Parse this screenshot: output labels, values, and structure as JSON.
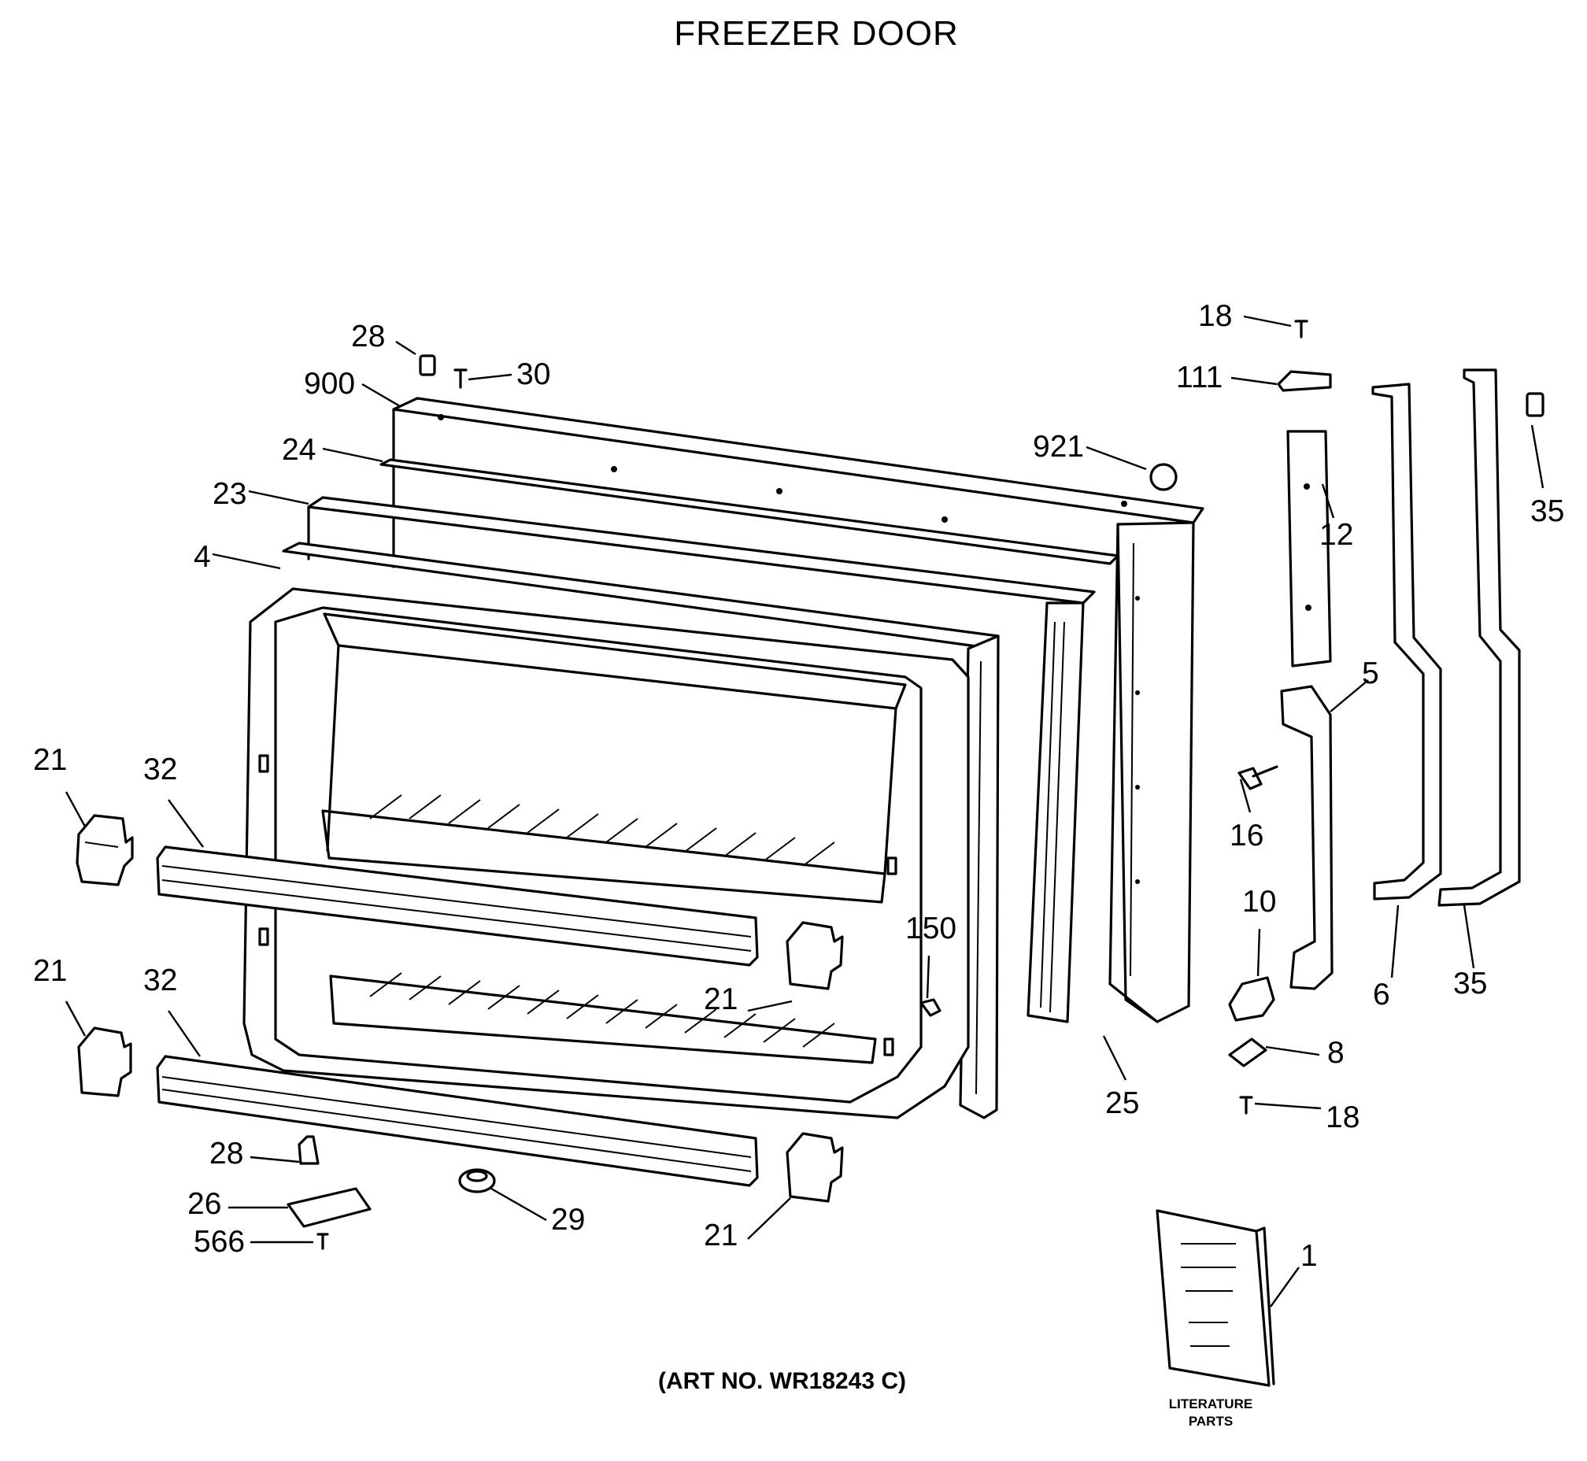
{
  "title": "FREEZER DOOR",
  "art_number": "(ART NO. WR18243 C)",
  "literature": {
    "line1": "LITERATURE",
    "line2": "PARTS"
  },
  "callouts": [
    {
      "id": "c28a",
      "label": "28"
    },
    {
      "id": "c30",
      "label": "30"
    },
    {
      "id": "c900",
      "label": "900"
    },
    {
      "id": "c24",
      "label": "24"
    },
    {
      "id": "c23",
      "label": "23"
    },
    {
      "id": "c4",
      "label": "4"
    },
    {
      "id": "c921",
      "label": "921"
    },
    {
      "id": "c18a",
      "label": "18"
    },
    {
      "id": "c111",
      "label": "111"
    },
    {
      "id": "c12",
      "label": "12"
    },
    {
      "id": "c35a",
      "label": "35"
    },
    {
      "id": "c5",
      "label": "5"
    },
    {
      "id": "c16",
      "label": "16"
    },
    {
      "id": "c21a",
      "label": "21"
    },
    {
      "id": "c32a",
      "label": "32"
    },
    {
      "id": "c21b",
      "label": "21"
    },
    {
      "id": "c150",
      "label": "150"
    },
    {
      "id": "c10",
      "label": "10"
    },
    {
      "id": "c6",
      "label": "6"
    },
    {
      "id": "c35b",
      "label": "35"
    },
    {
      "id": "c21c",
      "label": "21"
    },
    {
      "id": "c32b",
      "label": "32"
    },
    {
      "id": "c25",
      "label": "25"
    },
    {
      "id": "c8",
      "label": "8"
    },
    {
      "id": "c18b",
      "label": "18"
    },
    {
      "id": "c28b",
      "label": "28"
    },
    {
      "id": "c26",
      "label": "26"
    },
    {
      "id": "c566",
      "label": "566"
    },
    {
      "id": "c29",
      "label": "29"
    },
    {
      "id": "c21d",
      "label": "21"
    },
    {
      "id": "c1",
      "label": "1"
    }
  ]
}
